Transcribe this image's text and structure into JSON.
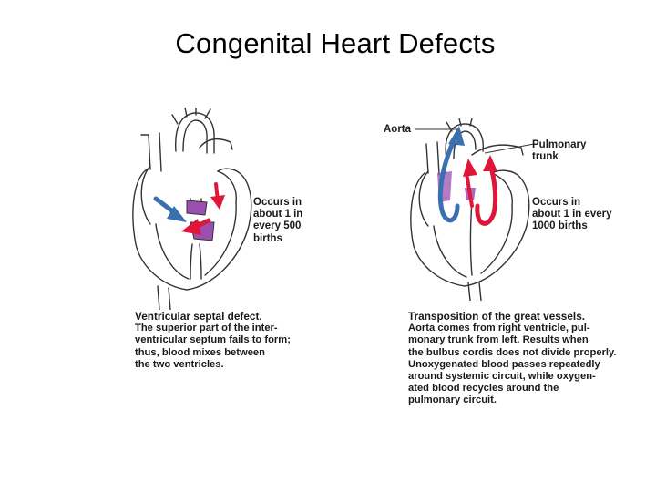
{
  "title": "Congenital Heart Defects",
  "left_panel": {
    "occurrence_lines": [
      "Occurs in",
      "about 1 in",
      "every 500",
      "births"
    ],
    "caption_heading": "Ventricular septal defect.",
    "caption_lines": [
      "The superior part of the inter-",
      "ventricular septum fails to form;",
      "thus, blood mixes between",
      "the two ventricles."
    ]
  },
  "right_panel": {
    "label_aorta": "Aorta",
    "label_pulmonary": [
      "Pulmonary",
      "trunk"
    ],
    "occurrence_lines": [
      "Occurs in",
      "about 1 in every",
      "1000 births"
    ],
    "caption_heading": "Transposition of the great vessels.",
    "caption_lines": [
      "Aorta comes from right ventricle, pul-",
      "monary trunk from left. Results when",
      "the bulbus cordis does not divide properly.",
      "Unoxygenated blood passes repeatedly",
      "around systemic circuit, while oxygen-",
      "ated blood recycles around the",
      "pulmonary circuit."
    ]
  },
  "colors": {
    "oxygenated_arrow": "#e0153a",
    "deoxygenated_arrow": "#3a6fb0",
    "defect_fill": "#9b4fb0",
    "outline": "#333333"
  },
  "icons": [
    "heart-illustration",
    "blood-flow-arrow"
  ]
}
